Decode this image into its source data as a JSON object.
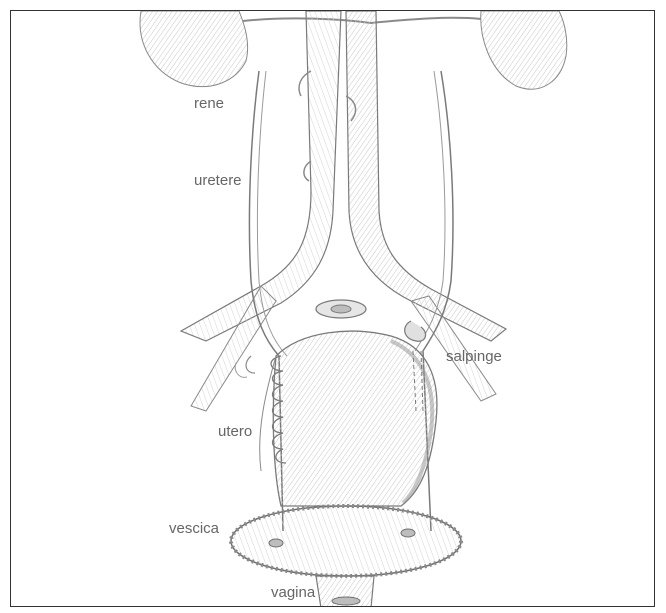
{
  "labels": {
    "rene": "rene",
    "uretere": "uretere",
    "salpinge": "salpinge",
    "utero": "utero",
    "vescica": "vescica",
    "vagina": "vagina"
  },
  "colors": {
    "pencil": "#7a7a7a",
    "shade": "#d8d8d8",
    "label": "#666666",
    "border": "#333333"
  }
}
